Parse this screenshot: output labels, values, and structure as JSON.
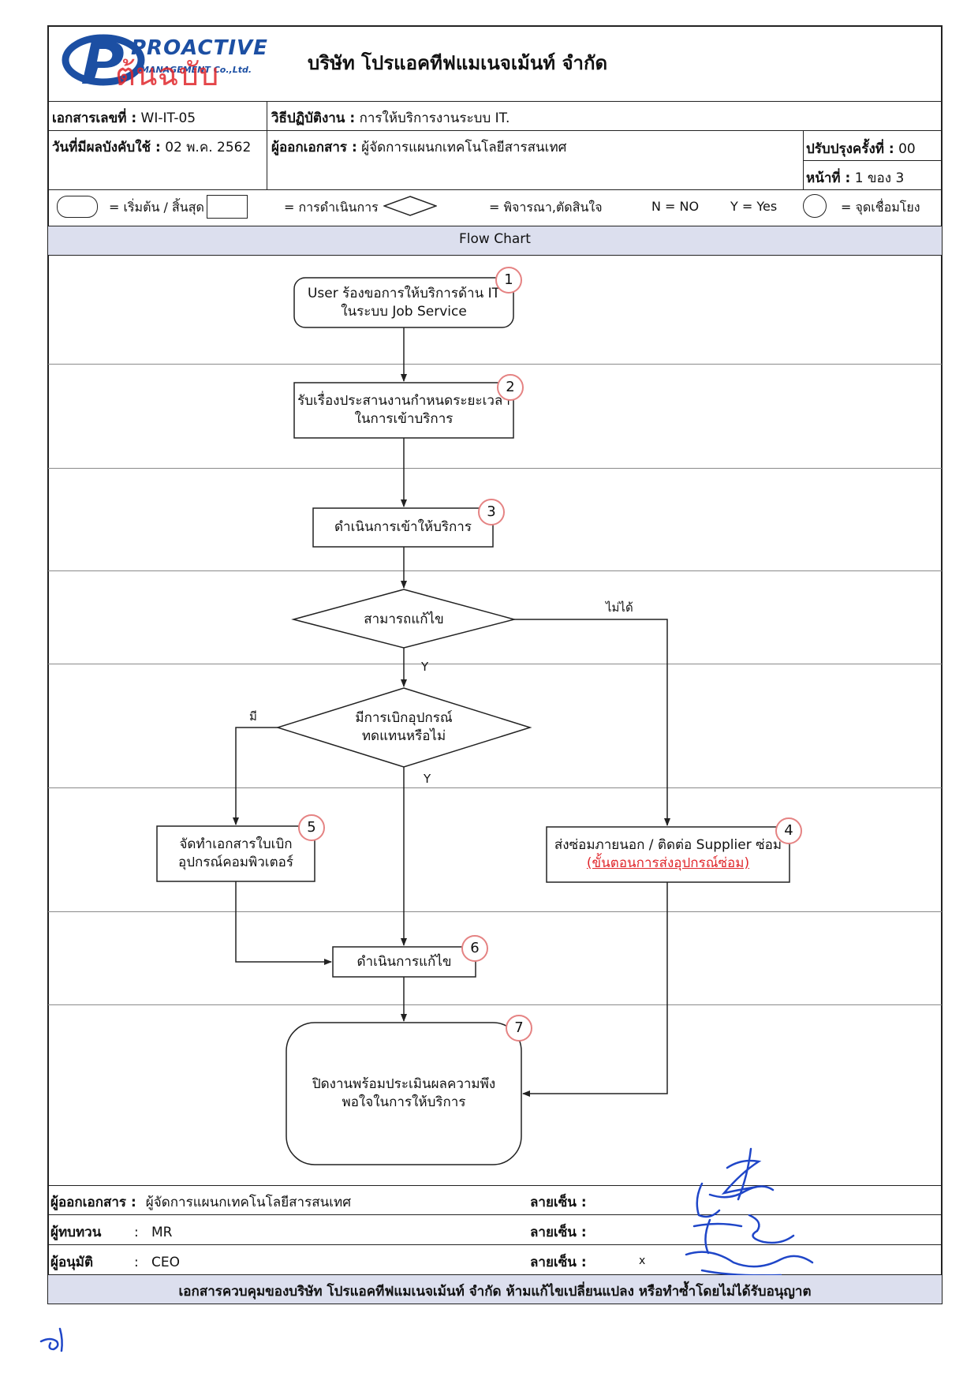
{
  "header": {
    "logo_text": "PROACTIVE",
    "logo_sub": "MANAGEMENT Co.,Ltd.",
    "stamp_text": "ต้นฉบับ",
    "company": "บริษัท โปรแอคทีฟแมเนจเม้นท์ จำกัด"
  },
  "doc_info": {
    "doc_no_label": "เอกสารเลขที่ :",
    "doc_no_value": "WI-IT-05",
    "procedure_label": "วิธีปฏิบัติงาน :",
    "procedure_value": "การให้บริการงานระบบ IT.",
    "effective_label": "วันที่มีผลบังคับใช้ :",
    "effective_value": "02 พ.ค. 2562",
    "issuer_label": "ผู้ออกเอกสาร :",
    "issuer_value": "ผู้จัดการแผนกเทคโนโลยีสารสนเทศ",
    "revision_label": "ปรับปรุงครั้งที่ :",
    "revision_value": "00",
    "page_label": "หน้าที่ :",
    "page_value": "1 ของ  3"
  },
  "legend": {
    "start_end": "= เริ่มต้น / สิ้นสุด",
    "process": "= การดำเนินการ",
    "decision": "= พิจารณา,ตัดสินใจ",
    "no": "N = NO",
    "yes": "Y = Yes",
    "connector": "= จุดเชื่อมโยง"
  },
  "flow_title": "Flow Chart",
  "nodes": {
    "n1_line1": "User ร้องขอการให้บริการด้าน IT",
    "n1_line2": "ในระบบ Job Service",
    "n2_line1": "รับเรื่องประสานงานกำหนดระยะเวลา",
    "n2_line2": "ในการเข้าบริการ",
    "n3": "ดำเนินการเข้าให้บริการ",
    "d1": "สามารถแก้ไข",
    "d2_line1": "มีการเบิกอุปกรณ์",
    "d2_line2": "ทดแทนหรือไม่",
    "n5_line1": "จัดทำเอกสารใบเบิก",
    "n5_line2": "อุปกรณ์คอมพิวเตอร์",
    "n4_line1": "ส่งซ่อมภายนอก / ติดต่อ Supplier ซ่อม",
    "n4_link": "(ขั้นตอนการส่งอุปกรณ์ซ่อม)",
    "n6": "ดำเนินการแก้ไข",
    "n7_line1": "ปิดงานพร้อมประเมินผลความพึง",
    "n7_line2": "พอใจในการให้บริการ"
  },
  "badges": {
    "b1": "1",
    "b2": "2",
    "b3": "3",
    "b4": "4",
    "b5": "5",
    "b6": "6",
    "b7": "7"
  },
  "edge_labels": {
    "cannot": "ไม่ได้",
    "yes1": "Y",
    "has": "มี",
    "yes2": "Y"
  },
  "signatures": {
    "issuer_label": "ผู้ออกเอกสาร :",
    "issuer_value": "ผู้จัดการแผนกเทคโนโลยีสารสนเทศ",
    "reviewer_label": "ผู้ทบทวน",
    "reviewer_value": "MR",
    "approver_label": "ผู้อนุมัติ",
    "approver_value": "CEO",
    "colon": ":",
    "sign_label": "ลายเซ็น :",
    "x_mark": "x"
  },
  "footer": "เอกสารควบคุมของบริษัท โปรแอคทีฟแมเนจเม้นท์ จำกัด ห้ามแก้ไขเปลี่ยนแปลง หรือทำซ้ำโดยไม่ได้รับอนุญาต",
  "colors": {
    "band": "#dcdfee",
    "badge_ring": "#e58383",
    "link": "#e0262b",
    "ink_blue": "#1f46c8",
    "logo_blue": "#1c4fa3",
    "stamp_red": "#e0262b"
  }
}
